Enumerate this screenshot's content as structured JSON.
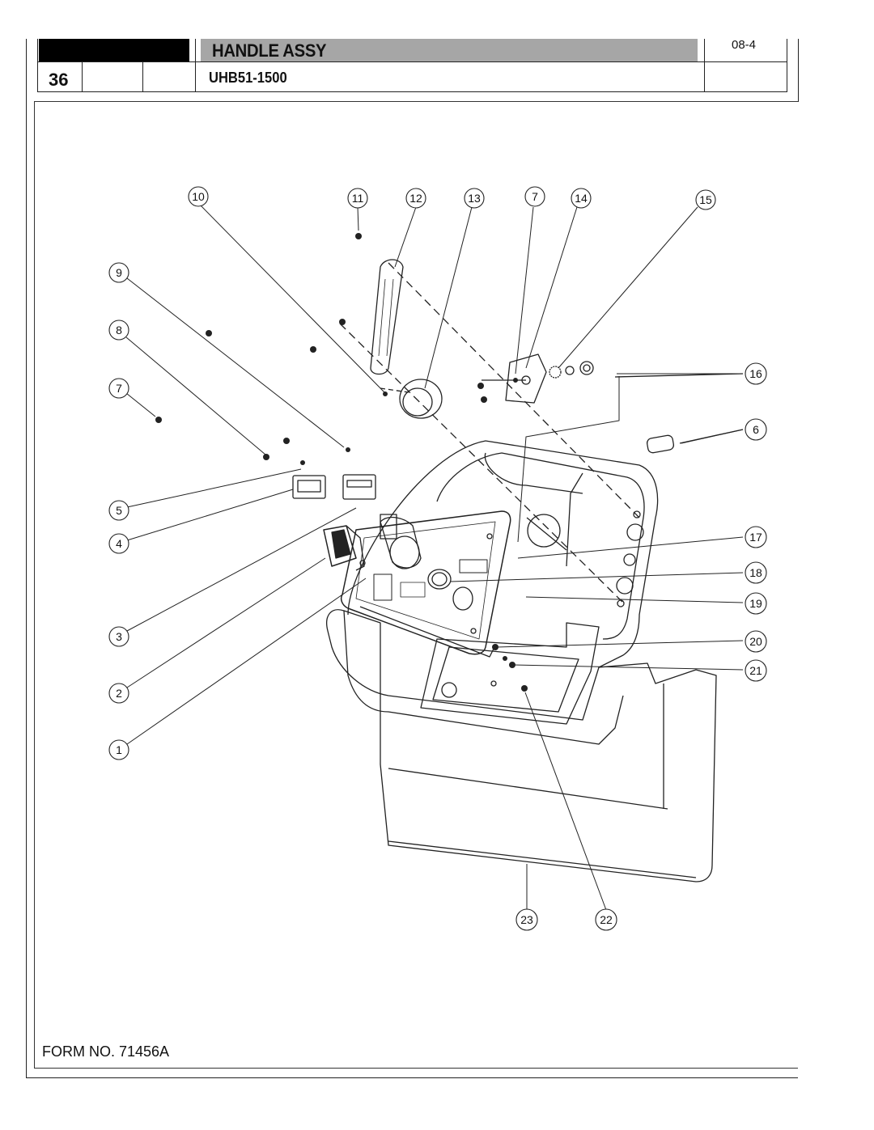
{
  "header": {
    "title": "HANDLE ASSY",
    "page_number": "36",
    "model": "UHB51-1500",
    "revision": "08-4"
  },
  "footer": {
    "form_number": "FORM NO. 71456A"
  },
  "diagram": {
    "callouts": [
      "10",
      "11",
      "12",
      "13",
      "7",
      "14",
      "15",
      "9",
      "8",
      "7",
      "16",
      "6",
      "5",
      "4",
      "17",
      "18",
      "3",
      "19",
      "20",
      "21",
      "2",
      "1",
      "23",
      "22"
    ]
  }
}
